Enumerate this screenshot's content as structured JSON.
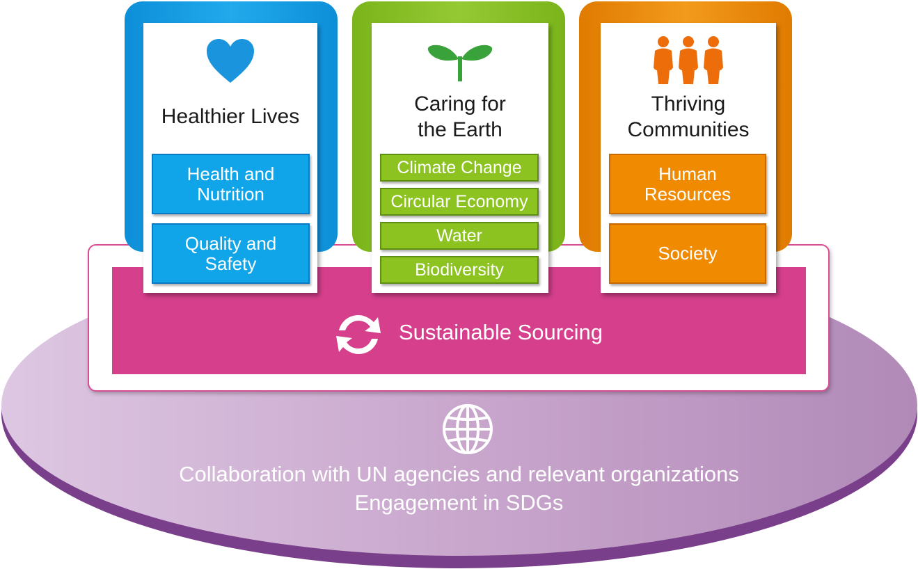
{
  "pillars": [
    {
      "id": "healthier-lives",
      "title": "Healthier Lives",
      "icon": "heart-icon",
      "color": "#1ba2e6",
      "items": [
        "Health and\nNutrition",
        "Quality and\nSafety"
      ]
    },
    {
      "id": "caring-for-the-earth",
      "title": "Caring for\nthe Earth",
      "icon": "sprout-icon",
      "color": "#8cc321",
      "items": [
        "Climate Change",
        "Circular Economy",
        "Water",
        "Biodiversity"
      ]
    },
    {
      "id": "thriving-communities",
      "title": "Thriving\nCommunities",
      "icon": "people-icon",
      "color": "#f08a00",
      "items": [
        "Human\nResources",
        "Society"
      ]
    }
  ],
  "sourcing": {
    "label": "Sustainable Sourcing",
    "icon": "refresh-cycle-icon",
    "color": "#d53f8c"
  },
  "base": {
    "icon": "globe-icon",
    "line1": "Collaboration with UN agencies and relevant organizations",
    "line2": "Engagement in SDGs",
    "color": "#b98fbf"
  }
}
